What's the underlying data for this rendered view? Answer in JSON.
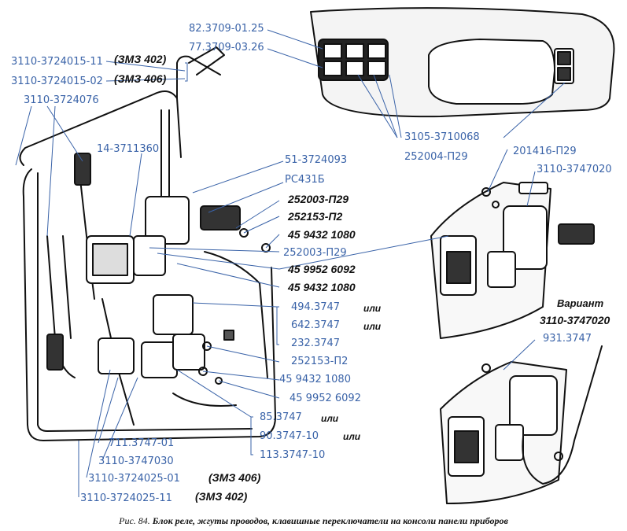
{
  "labels": {
    "l_82": "82.3709-01.25",
    "l_77": "77.3709-03.26",
    "l_3110_15_11": "3110-3724015-11",
    "l_3110_15_02": "3110-3724015-02",
    "l_3110_76": "3110-3724076",
    "l_zmz402_top": "(ЗМЗ 402)",
    "l_zmz406_top": "(ЗМЗ 406)",
    "l_14_3711360": "14-3711360",
    "l_3105": "3105-3710068",
    "l_252004": "252004-П29",
    "l_201416": "201416-П29",
    "l_3110_3747020_a": "3110-3747020",
    "l_51": "51-3724093",
    "l_rs431": "РС431Б",
    "l_252003_a": "252003-П29",
    "l_252153_a": "252153-П2",
    "l_459432_a": "45 9432 1080",
    "l_252003_b": "252003-П29",
    "l_459952_a": "45 9952 6092",
    "l_459432_b": "45 9432 1080",
    "l_494": "494.3747",
    "l_642": "642.3747",
    "l_232": "232.3747",
    "l_ili_1": "или",
    "l_ili_2": "или",
    "l_variant": "Вариант",
    "l_3110_3747020_b": "3110-3747020",
    "l_931": "931.3747",
    "l_252153_b": "252153-П2",
    "l_459432_c": "45 9432 1080",
    "l_459952_b": "45 9952 6092",
    "l_85": "85.3747",
    "l_90": "90.3747-10",
    "l_113": "113.3747-10",
    "l_ili_3": "или",
    "l_ili_4": "или",
    "l_711": "711.3747-01",
    "l_3110_3747030": "3110-3747030",
    "l_3110_25_01": "3110-3724025-01",
    "l_3110_25_11": "3110-3724025-11",
    "l_zmz406_bot": "(ЗМЗ 406)",
    "l_zmz402_bot": "(ЗМЗ 402)"
  },
  "caption": {
    "number": "Рис. 84.",
    "text": "Блок реле, жгуты проводов, клавишные переключатели на консоли панели приборов"
  },
  "colors": {
    "label_blue": "#3a63a8",
    "ink": "#111111",
    "paper": "#ffffff"
  }
}
